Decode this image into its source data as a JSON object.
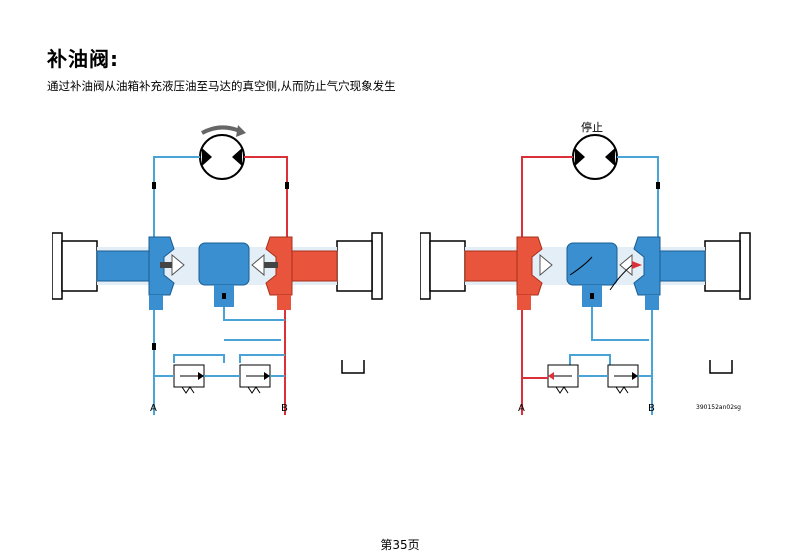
{
  "page": {
    "title": "补油阀:",
    "subtitle": "通过补油阀从油箱补充液压油至马达的真空侧,从而防止气穴现象发生",
    "page_label": "第35页"
  },
  "diagram_left": {
    "port_a": "A",
    "port_b": "B"
  },
  "diagram_right": {
    "motor_status": "停止",
    "port_a": "A",
    "port_b": "B",
    "figure_code": "390152an02sg"
  },
  "colors": {
    "blue": "#3a8fd0",
    "red": "#e8553c",
    "line_blue": "#4aa3d6",
    "line_red": "#d9303a",
    "highlight": "#e4eef6"
  }
}
